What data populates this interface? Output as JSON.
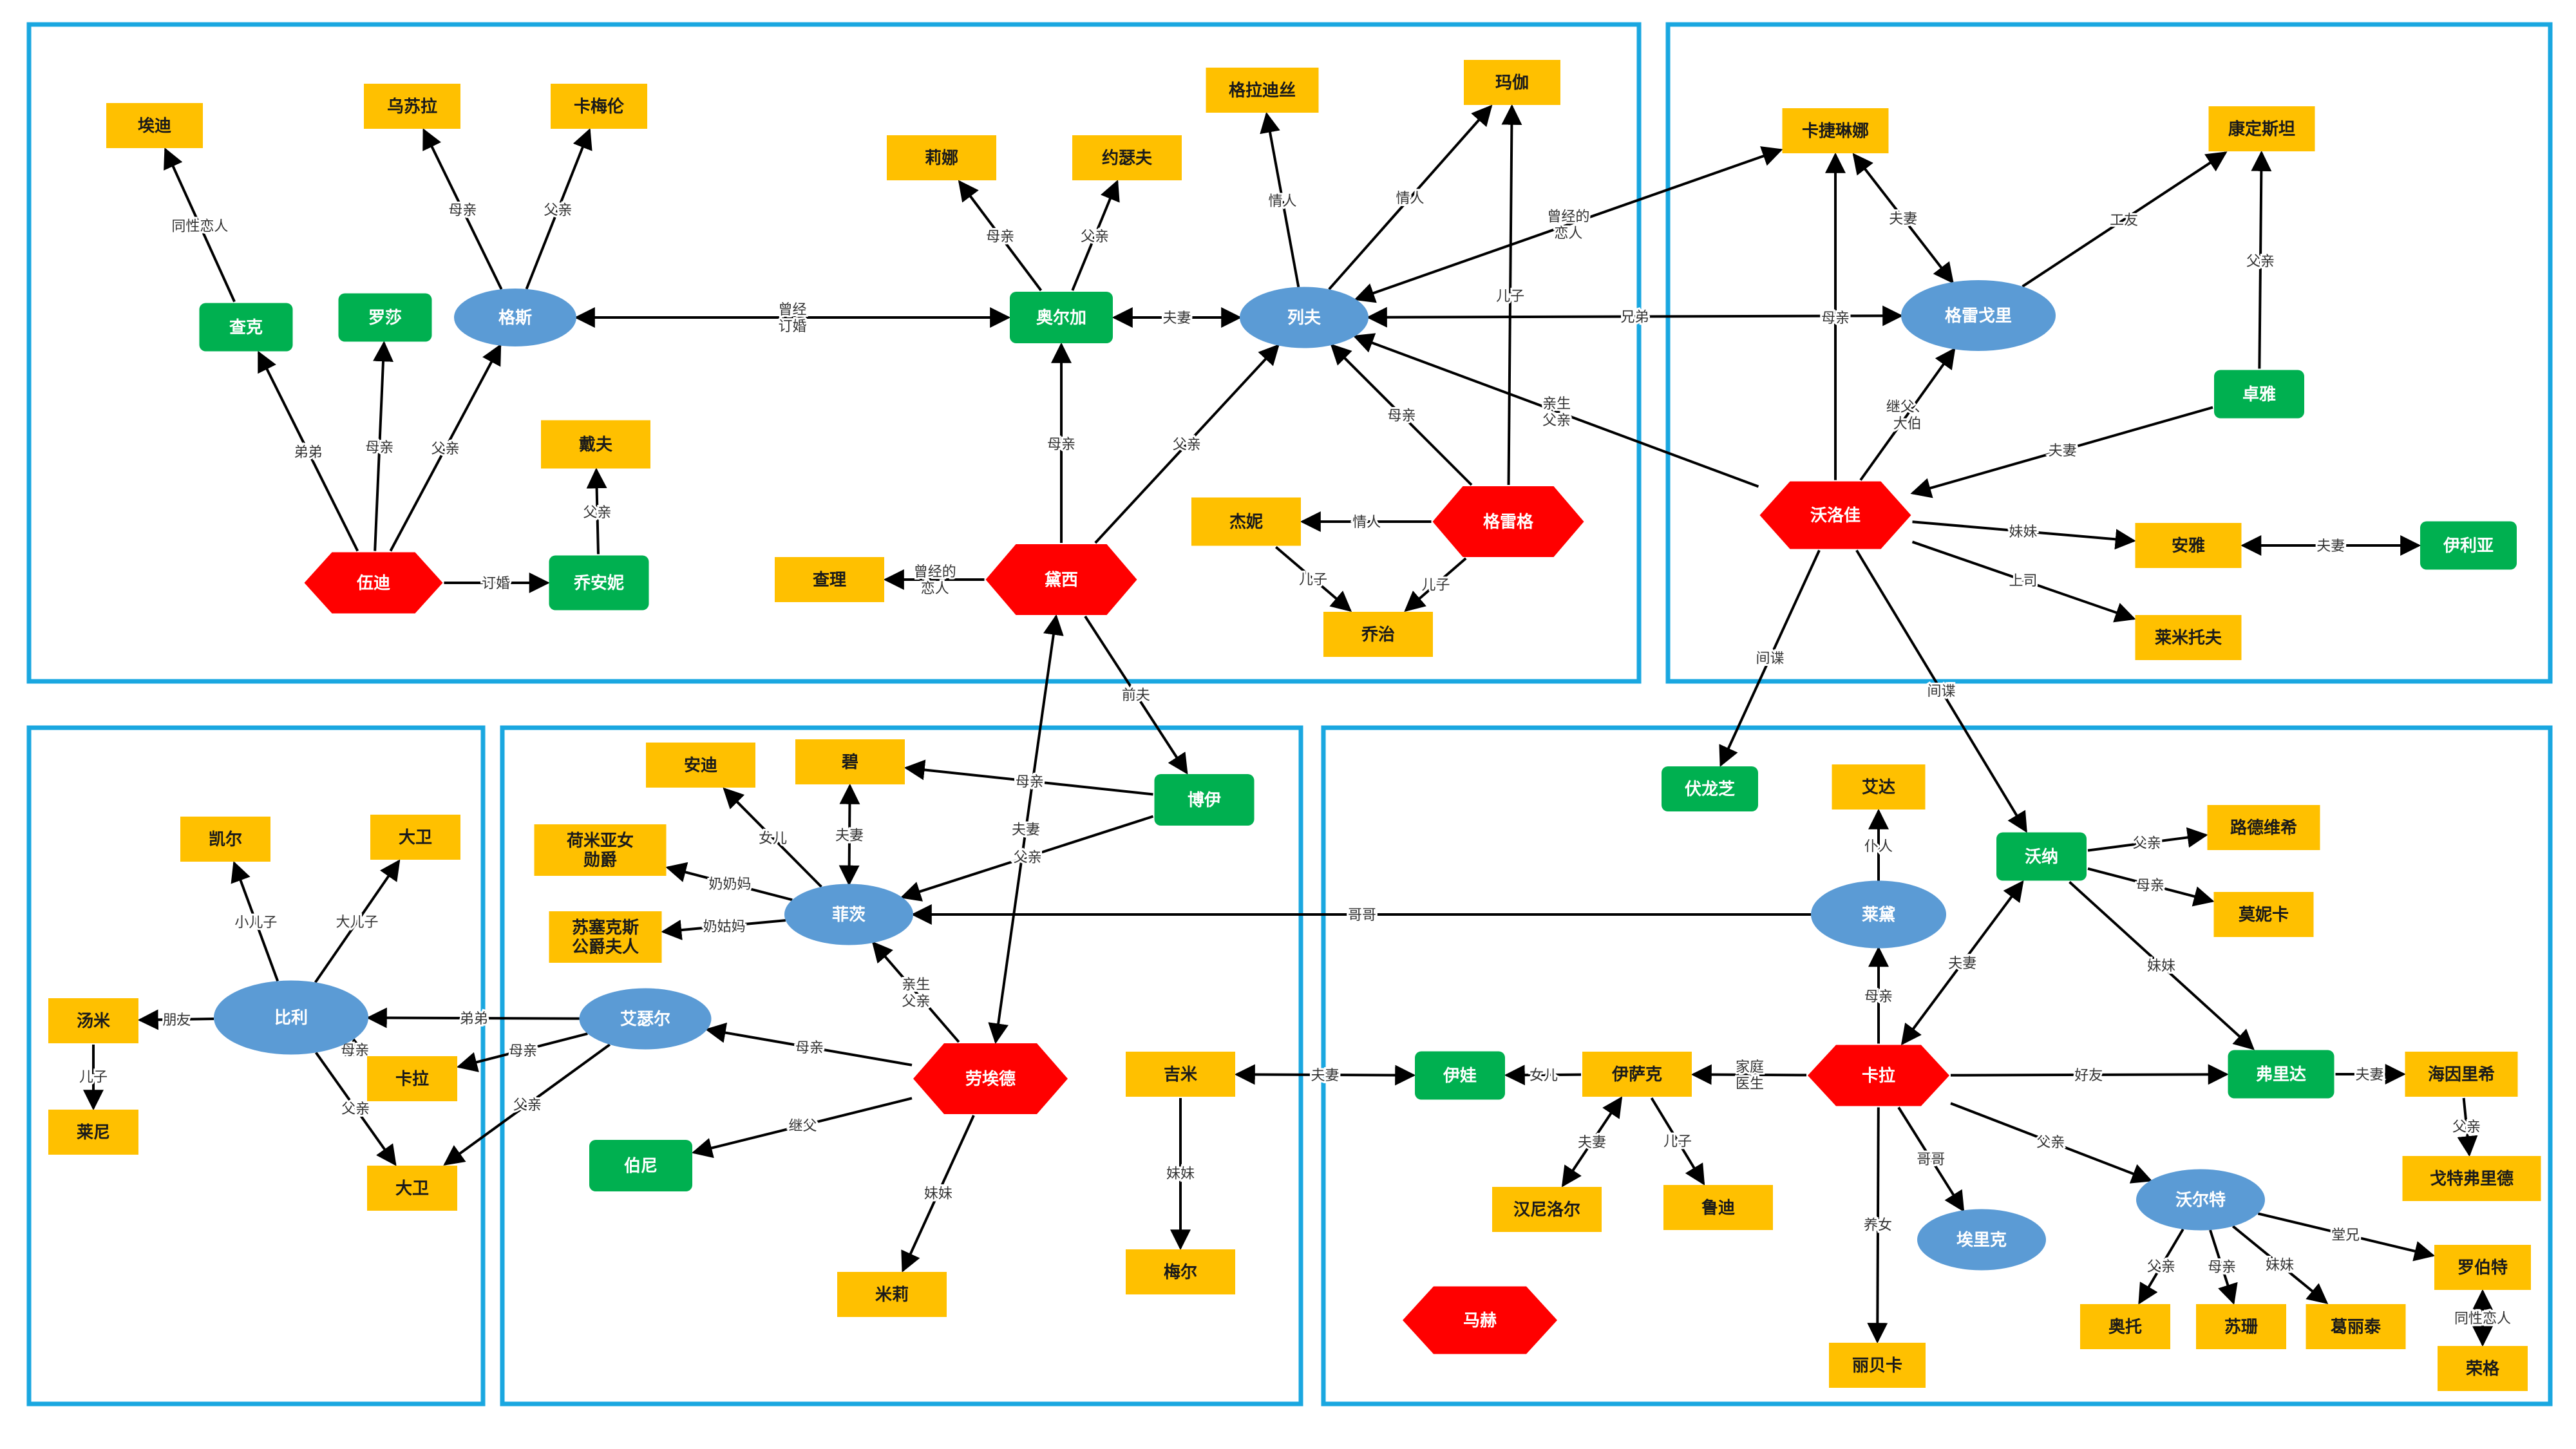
{
  "colors": {
    "group_border": "#1AA7E0",
    "person_box_yellow": "#FFC000",
    "person_box_green": "#00B050",
    "person_ellipse_blue": "#5B9BD5",
    "person_hex_red": "#FF0000",
    "edge": "#000000"
  },
  "nodes": [
    {
      "id": "aidi",
      "label": "埃迪",
      "shape": "rect",
      "color": "yellow"
    },
    {
      "id": "wusula",
      "label": "乌苏拉",
      "shape": "rect",
      "color": "yellow"
    },
    {
      "id": "kameilun",
      "label": "卡梅伦",
      "shape": "rect",
      "color": "yellow"
    },
    {
      "id": "zhake",
      "label": "查克",
      "shape": "rect",
      "color": "green"
    },
    {
      "id": "luosha",
      "label": "罗莎",
      "shape": "rect",
      "color": "green"
    },
    {
      "id": "gesi",
      "label": "格斯",
      "shape": "ellipse",
      "color": "blue"
    },
    {
      "id": "daifu",
      "label": "戴夫",
      "shape": "rect",
      "color": "yellow"
    },
    {
      "id": "wudi",
      "label": "伍迪",
      "shape": "hex",
      "color": "red"
    },
    {
      "id": "qiaoanni",
      "label": "乔安妮",
      "shape": "rect",
      "color": "green"
    },
    {
      "id": "lina",
      "label": "莉娜",
      "shape": "rect",
      "color": "yellow"
    },
    {
      "id": "yuesefu",
      "label": "约瑟夫",
      "shape": "rect",
      "color": "yellow"
    },
    {
      "id": "aoerjia",
      "label": "奥尔加",
      "shape": "rect",
      "color": "green"
    },
    {
      "id": "gueladisi",
      "label": "格拉迪丝",
      "shape": "rect",
      "color": "yellow"
    },
    {
      "id": "majia",
      "label": "玛伽",
      "shape": "rect",
      "color": "yellow"
    },
    {
      "id": "liefu",
      "label": "列夫",
      "shape": "ellipse",
      "color": "blue"
    },
    {
      "id": "jieni",
      "label": "杰妮",
      "shape": "rect",
      "color": "yellow"
    },
    {
      "id": "geleige",
      "label": "格雷格",
      "shape": "hex",
      "color": "red"
    },
    {
      "id": "chali",
      "label": "查理",
      "shape": "rect",
      "color": "yellow"
    },
    {
      "id": "daixi",
      "label": "黛西",
      "shape": "hex",
      "color": "red"
    },
    {
      "id": "qiaozhi",
      "label": "乔治",
      "shape": "rect",
      "color": "yellow"
    },
    {
      "id": "kajielinna",
      "label": "卡捷琳娜",
      "shape": "rect",
      "color": "yellow"
    },
    {
      "id": "kangdingsitan",
      "label": "康定斯坦",
      "shape": "rect",
      "color": "yellow"
    },
    {
      "id": "geleigeli",
      "label": "格雷戈里",
      "shape": "ellipse",
      "color": "blue"
    },
    {
      "id": "zhuoya",
      "label": "卓雅",
      "shape": "rect",
      "color": "green"
    },
    {
      "id": "woluojia",
      "label": "沃洛佳",
      "shape": "hex",
      "color": "red"
    },
    {
      "id": "anya",
      "label": "安雅",
      "shape": "rect",
      "color": "yellow"
    },
    {
      "id": "yiliya",
      "label": "伊利亚",
      "shape": "rect",
      "color": "green"
    },
    {
      "id": "laimituofu",
      "label": "莱米托夫",
      "shape": "rect",
      "color": "yellow"
    },
    {
      "id": "kaier",
      "label": "凯尔",
      "shape": "rect",
      "color": "yellow"
    },
    {
      "id": "dawei1",
      "label": "大卫",
      "shape": "rect",
      "color": "yellow"
    },
    {
      "id": "tangmi",
      "label": "汤米",
      "shape": "rect",
      "color": "yellow"
    },
    {
      "id": "bili",
      "label": "比利",
      "shape": "ellipse",
      "color": "blue"
    },
    {
      "id": "kala_s",
      "label": "卡拉",
      "shape": "rect",
      "color": "yellow"
    },
    {
      "id": "laini",
      "label": "莱尼",
      "shape": "rect",
      "color": "yellow"
    },
    {
      "id": "dawei2",
      "label": "大卫",
      "shape": "rect",
      "color": "yellow"
    },
    {
      "id": "andi",
      "label": "安迪",
      "shape": "rect",
      "color": "yellow"
    },
    {
      "id": "bi",
      "label": "碧",
      "shape": "rect",
      "color": "yellow"
    },
    {
      "id": "hemiya",
      "label": "荷米亚女\n勋爵",
      "shape": "rect",
      "color": "yellow"
    },
    {
      "id": "susaikesi",
      "label": "苏塞克斯\n公爵夫人",
      "shape": "rect",
      "color": "yellow"
    },
    {
      "id": "feici",
      "label": "菲茨",
      "shape": "ellipse",
      "color": "blue"
    },
    {
      "id": "boyi",
      "label": "博伊",
      "shape": "rect",
      "color": "green"
    },
    {
      "id": "aisefei",
      "label": "艾瑟尔",
      "shape": "ellipse",
      "color": "blue"
    },
    {
      "id": "laoaide",
      "label": "劳埃德",
      "shape": "hex",
      "color": "red"
    },
    {
      "id": "boni",
      "label": "伯尼",
      "shape": "rect",
      "color": "green"
    },
    {
      "id": "mili",
      "label": "米莉",
      "shape": "rect",
      "color": "yellow"
    },
    {
      "id": "jimi",
      "label": "吉米",
      "shape": "rect",
      "color": "yellow"
    },
    {
      "id": "meier",
      "label": "梅尔",
      "shape": "rect",
      "color": "yellow"
    },
    {
      "id": "fulongzhi",
      "label": "伏龙芝",
      "shape": "rect",
      "color": "green"
    },
    {
      "id": "aida",
      "label": "艾达",
      "shape": "rect",
      "color": "yellow"
    },
    {
      "id": "laidai",
      "label": "莱黛",
      "shape": "ellipse",
      "color": "blue"
    },
    {
      "id": "wona",
      "label": "沃纳",
      "shape": "rect",
      "color": "green"
    },
    {
      "id": "ludeweixi",
      "label": "路德维希",
      "shape": "rect",
      "color": "yellow"
    },
    {
      "id": "moni",
      "label": "莫妮卡",
      "shape": "rect",
      "color": "yellow"
    },
    {
      "id": "yiwa",
      "label": "伊娃",
      "shape": "rect",
      "color": "green"
    },
    {
      "id": "yisake",
      "label": "伊萨克",
      "shape": "rect",
      "color": "yellow"
    },
    {
      "id": "kala",
      "label": "卡拉",
      "shape": "hex",
      "color": "red"
    },
    {
      "id": "fulida",
      "label": "弗里达",
      "shape": "rect",
      "color": "green"
    },
    {
      "id": "haiyinlixi",
      "label": "海因里希",
      "shape": "rect",
      "color": "yellow"
    },
    {
      "id": "gotefulide",
      "label": "戈特弗里德",
      "shape": "rect",
      "color": "yellow"
    },
    {
      "id": "hannier",
      "label": "汉尼洛尔",
      "shape": "rect",
      "color": "yellow"
    },
    {
      "id": "ludi",
      "label": "鲁迪",
      "shape": "rect",
      "color": "yellow"
    },
    {
      "id": "ailike",
      "label": "埃里克",
      "shape": "ellipse",
      "color": "blue"
    },
    {
      "id": "woerte",
      "label": "沃尔特",
      "shape": "ellipse",
      "color": "blue"
    },
    {
      "id": "luobote",
      "label": "罗伯特",
      "shape": "rect",
      "color": "yellow"
    },
    {
      "id": "aotuo",
      "label": "奥托",
      "shape": "rect",
      "color": "yellow"
    },
    {
      "id": "sushan",
      "label": "苏珊",
      "shape": "rect",
      "color": "yellow"
    },
    {
      "id": "gelitai",
      "label": "葛丽泰",
      "shape": "rect",
      "color": "yellow"
    },
    {
      "id": "rongge",
      "label": "荣格",
      "shape": "rect",
      "color": "yellow"
    },
    {
      "id": "libeika",
      "label": "丽贝卡",
      "shape": "rect",
      "color": "yellow"
    },
    {
      "id": "mahe",
      "label": "马赫",
      "shape": "hex",
      "color": "red"
    }
  ],
  "edges": [
    {
      "from": "zhake",
      "to": "aidi",
      "label": "同性恋人"
    },
    {
      "from": "gesi",
      "to": "wusula",
      "label": "母亲"
    },
    {
      "from": "gesi",
      "to": "kameilun",
      "label": "父亲"
    },
    {
      "from": "wudi",
      "to": "zhake",
      "label": "弟弟"
    },
    {
      "from": "wudi",
      "to": "luosha",
      "label": "母亲"
    },
    {
      "from": "wudi",
      "to": "gesi",
      "label": "父亲"
    },
    {
      "from": "wudi",
      "to": "qiaoanni",
      "label": "订婚"
    },
    {
      "from": "qiaoanni",
      "to": "daifu",
      "label": "父亲"
    },
    {
      "from": "gesi",
      "to": "aoerjia",
      "label": "曾经\n订婚",
      "both": true
    },
    {
      "from": "aoerjia",
      "to": "lina",
      "label": "母亲"
    },
    {
      "from": "aoerjia",
      "to": "yuesefu",
      "label": "父亲"
    },
    {
      "from": "aoerjia",
      "to": "liefu",
      "label": "夫妻",
      "both": true
    },
    {
      "from": "liefu",
      "to": "gueladisi",
      "label": "情人"
    },
    {
      "from": "liefu",
      "to": "majia",
      "label": "情人"
    },
    {
      "from": "geleige",
      "to": "majia",
      "label": "儿子"
    },
    {
      "from": "geleige",
      "to": "liefu",
      "label": "母亲"
    },
    {
      "from": "geleige",
      "to": "jieni",
      "label": "情人"
    },
    {
      "from": "geleige",
      "to": "qiaozhi",
      "label": "儿子"
    },
    {
      "from": "jieni",
      "to": "qiaozhi",
      "label": "儿子"
    },
    {
      "from": "daixi",
      "to": "aoerjia",
      "label": "母亲"
    },
    {
      "from": "daixi",
      "to": "liefu",
      "label": "父亲"
    },
    {
      "from": "daixi",
      "to": "chali",
      "label": "曾经的\n恋人"
    },
    {
      "from": "daixi",
      "to": "boyi",
      "label": "前夫"
    },
    {
      "from": "daixi",
      "to": "laoaide",
      "label": "夫妻",
      "both": true
    },
    {
      "from": "liefu",
      "to": "kajielinna",
      "label": "曾经的\n恋人",
      "both": true
    },
    {
      "from": "liefu",
      "to": "geleigeli",
      "label": "兄弟",
      "both": true
    },
    {
      "from": "woluojia",
      "to": "liefu",
      "label": "亲生\n父亲"
    },
    {
      "from": "kajielinna",
      "to": "geleigeli",
      "label": "夫妻",
      "both": true
    },
    {
      "from": "geleigeli",
      "to": "kangdingsitan",
      "label": "工友"
    },
    {
      "from": "woluojia",
      "to": "kajielinna",
      "label": "母亲"
    },
    {
      "from": "woluojia",
      "to": "geleigeli",
      "label": "继父、\n大伯"
    },
    {
      "from": "zhuoya",
      "to": "kangdingsitan",
      "label": "父亲"
    },
    {
      "from": "zhuoya",
      "to": "woluojia",
      "label": "夫妻"
    },
    {
      "from": "woluojia",
      "to": "anya",
      "label": "妹妹"
    },
    {
      "from": "anya",
      "to": "yiliya",
      "label": "夫妻",
      "both": true
    },
    {
      "from": "woluojia",
      "to": "laimituofu",
      "label": "上司"
    },
    {
      "from": "woluojia",
      "to": "fulongzhi",
      "label": "间谍"
    },
    {
      "from": "woluojia",
      "to": "wona",
      "label": "间谍"
    },
    {
      "from": "bili",
      "to": "kaier",
      "label": "小儿子"
    },
    {
      "from": "bili",
      "to": "dawei1",
      "label": "大儿子"
    },
    {
      "from": "bili",
      "to": "tangmi",
      "label": "朋友"
    },
    {
      "from": "tangmi",
      "to": "laini",
      "label": "儿子"
    },
    {
      "from": "bili",
      "to": "kala_s",
      "label": "母亲"
    },
    {
      "from": "bili",
      "to": "dawei2",
      "label": "父亲"
    },
    {
      "from": "aisefei",
      "to": "bili",
      "label": "弟弟"
    },
    {
      "from": "aisefei",
      "to": "kala_s",
      "label": "母亲"
    },
    {
      "from": "aisefei",
      "to": "dawei2",
      "label": "父亲"
    },
    {
      "from": "feici",
      "to": "andi",
      "label": "女儿"
    },
    {
      "from": "feici",
      "to": "bi",
      "label": "夫妻",
      "both": true
    },
    {
      "from": "feici",
      "to": "hemiya",
      "label": "奶奶妈"
    },
    {
      "from": "feici",
      "to": "susaikesi",
      "label": "奶姑妈"
    },
    {
      "from": "boyi",
      "to": "bi",
      "label": "母亲"
    },
    {
      "from": "boyi",
      "to": "feici",
      "label": "父亲"
    },
    {
      "from": "laoaide",
      "to": "feici",
      "label": "亲生\n父亲"
    },
    {
      "from": "laoaide",
      "to": "aisefei",
      "label": "母亲"
    },
    {
      "from": "laoaide",
      "to": "boni",
      "label": "继父"
    },
    {
      "from": "laoaide",
      "to": "mili",
      "label": "妹妹"
    },
    {
      "from": "laidai",
      "to": "feici",
      "label": "哥哥"
    },
    {
      "from": "laidai",
      "to": "aida",
      "label": "仆人"
    },
    {
      "from": "kala",
      "to": "laidai",
      "label": "母亲"
    },
    {
      "from": "jimi",
      "to": "meier",
      "label": "妹妹"
    },
    {
      "from": "jimi",
      "to": "yiwa",
      "label": "夫妻",
      "both": true
    },
    {
      "from": "yisake",
      "to": "yiwa",
      "label": "女儿"
    },
    {
      "from": "kala",
      "to": "yisake",
      "label": "家庭\n医生"
    },
    {
      "from": "yisake",
      "to": "hannier",
      "label": "夫妻",
      "both": true
    },
    {
      "from": "yisake",
      "to": "ludi",
      "label": "儿子"
    },
    {
      "from": "kala",
      "to": "wona",
      "label": "夫妻",
      "both": true
    },
    {
      "from": "wona",
      "to": "ludeweixi",
      "label": "父亲"
    },
    {
      "from": "wona",
      "to": "moni",
      "label": "母亲"
    },
    {
      "from": "wona",
      "to": "fulida",
      "label": "妹妹"
    },
    {
      "from": "kala",
      "to": "fulida",
      "label": "好友"
    },
    {
      "from": "fulida",
      "to": "haiyinlixi",
      "label": "夫妻"
    },
    {
      "from": "haiyinlixi",
      "to": "gotefulide",
      "label": "父亲"
    },
    {
      "from": "kala",
      "to": "ailike",
      "label": "哥哥"
    },
    {
      "from": "kala",
      "to": "woerte",
      "label": "父亲"
    },
    {
      "from": "kala",
      "to": "libeika",
      "label": "养女"
    },
    {
      "from": "woerte",
      "to": "aotuo",
      "label": "父亲"
    },
    {
      "from": "woerte",
      "to": "sushan",
      "label": "母亲"
    },
    {
      "from": "woerte",
      "to": "gelitai",
      "label": "妹妹"
    },
    {
      "from": "woerte",
      "to": "luobote",
      "label": "堂兄"
    },
    {
      "from": "luobote",
      "to": "rongge",
      "label": "同性恋人",
      "both": true
    }
  ]
}
